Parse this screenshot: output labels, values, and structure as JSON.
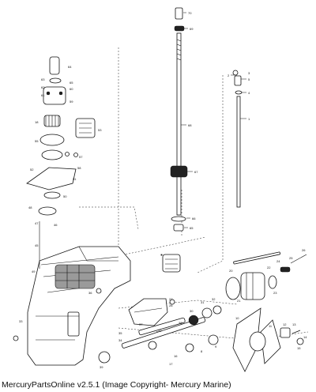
{
  "footer": {
    "caption": "MercuryPartsOnline v2.5.1 (Image Copyright- Mercury Marine)"
  },
  "callouts": {
    "c64": "64",
    "c63": "63",
    "c65": "65",
    "c62": "62",
    "c60": "60",
    "c61": "61",
    "c59": "59",
    "c18": "18",
    "c53": "53",
    "c55": "55",
    "c57": "57",
    "c58": "58",
    "c52": "52",
    "c51": "51",
    "c50": "50",
    "c48": "48",
    "c47": "47",
    "c46": "46",
    "c45": "45",
    "c49": "49",
    "c70": "70",
    "c69": "69",
    "c68": "68",
    "c67": "67",
    "c66": "66",
    "c65b": "65",
    "c1": "1",
    "c2": "2",
    "c3": "3",
    "c4": "4",
    "c5": "5",
    "c33": "33",
    "c36": "36",
    "c35": "35",
    "c34": "34",
    "c37": "37",
    "c38": "38",
    "c39": "39",
    "c27": "27",
    "c28": "28",
    "c29": "29",
    "c30": "30",
    "c31": "31",
    "c32": "32",
    "c20": "20",
    "c21": "21",
    "c22": "22",
    "c23": "23",
    "c24": "24",
    "c25": "25",
    "c26": "26",
    "c8": "8",
    "c9": "9",
    "c10": "10",
    "c11": "11",
    "c12": "12",
    "c13": "13",
    "c14": "14",
    "c15": "15",
    "c16": "16",
    "c17": "17"
  }
}
